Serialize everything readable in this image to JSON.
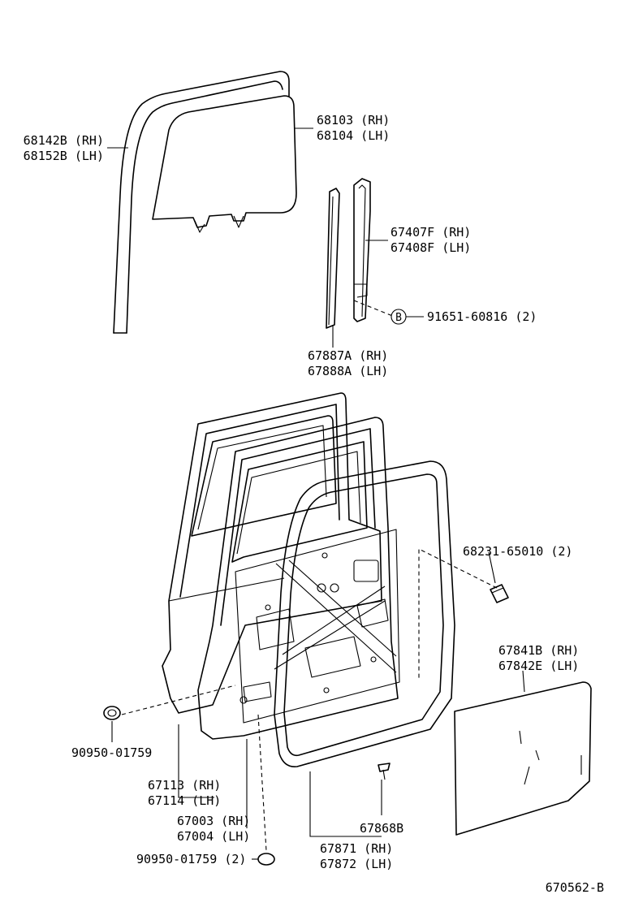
{
  "labels": {
    "glass_run_rh": "68142B (RH)",
    "glass_run_lh": "68152B (LH)",
    "glass_rh": "68103 (RH)",
    "glass_lh": "68104 (LH)",
    "channel_rh": "67407F (RH)",
    "channel_lh": "67408F (LH)",
    "bolt": "91651-60816 (2)",
    "bolt_marker": "B",
    "weatherstrip_front_rh": "67887A (RH)",
    "weatherstrip_front_lh": "67888A (LH)",
    "clip": "68231-65010 (2)",
    "cover_rh": "67841B (RH)",
    "cover_lh": "67842E (LH)",
    "plug": "90950-01759",
    "door_panel_rh": "67113 (RH)",
    "door_panel_lh": "67114 (LH)",
    "door_assy_rh": "67003 (RH)",
    "door_assy_lh": "67004 (LH)",
    "plug_2": "90950-01759 (2)",
    "clip_2": "67868B",
    "weatherstrip_rh": "67871 (RH)",
    "weatherstrip_lh": "67872 (LH)",
    "figure_code": "670562-B"
  }
}
